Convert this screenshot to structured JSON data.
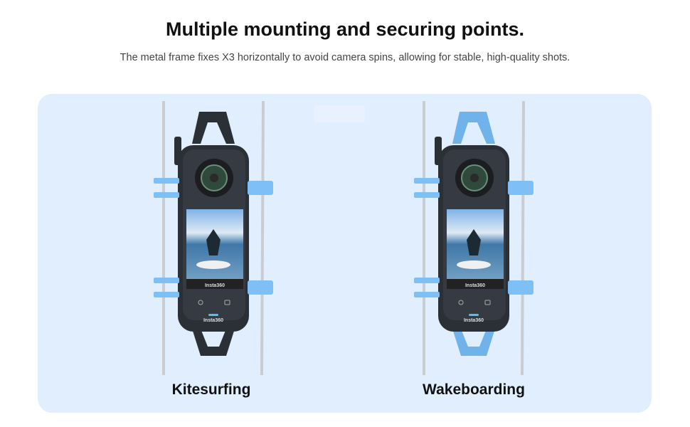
{
  "header": {
    "title": "Multiple mounting and securing points.",
    "subtitle": "The metal frame fixes X3 horizontally to avoid camera spins, allowing for stable, high-quality shots."
  },
  "cards": [
    {
      "label": "Kitesurfing",
      "brand_screen": "Insta360",
      "brand_body": "Insta360",
      "strap_color": "#2b2f36"
    },
    {
      "label": "Wakeboarding",
      "brand_screen": "Insta360",
      "brand_body": "Insta360",
      "strap_color": "#6fb3ea"
    }
  ],
  "colors": {
    "panel": "#e1eefd",
    "clip": "#7ec0f5",
    "frame": "#2b2f36"
  }
}
